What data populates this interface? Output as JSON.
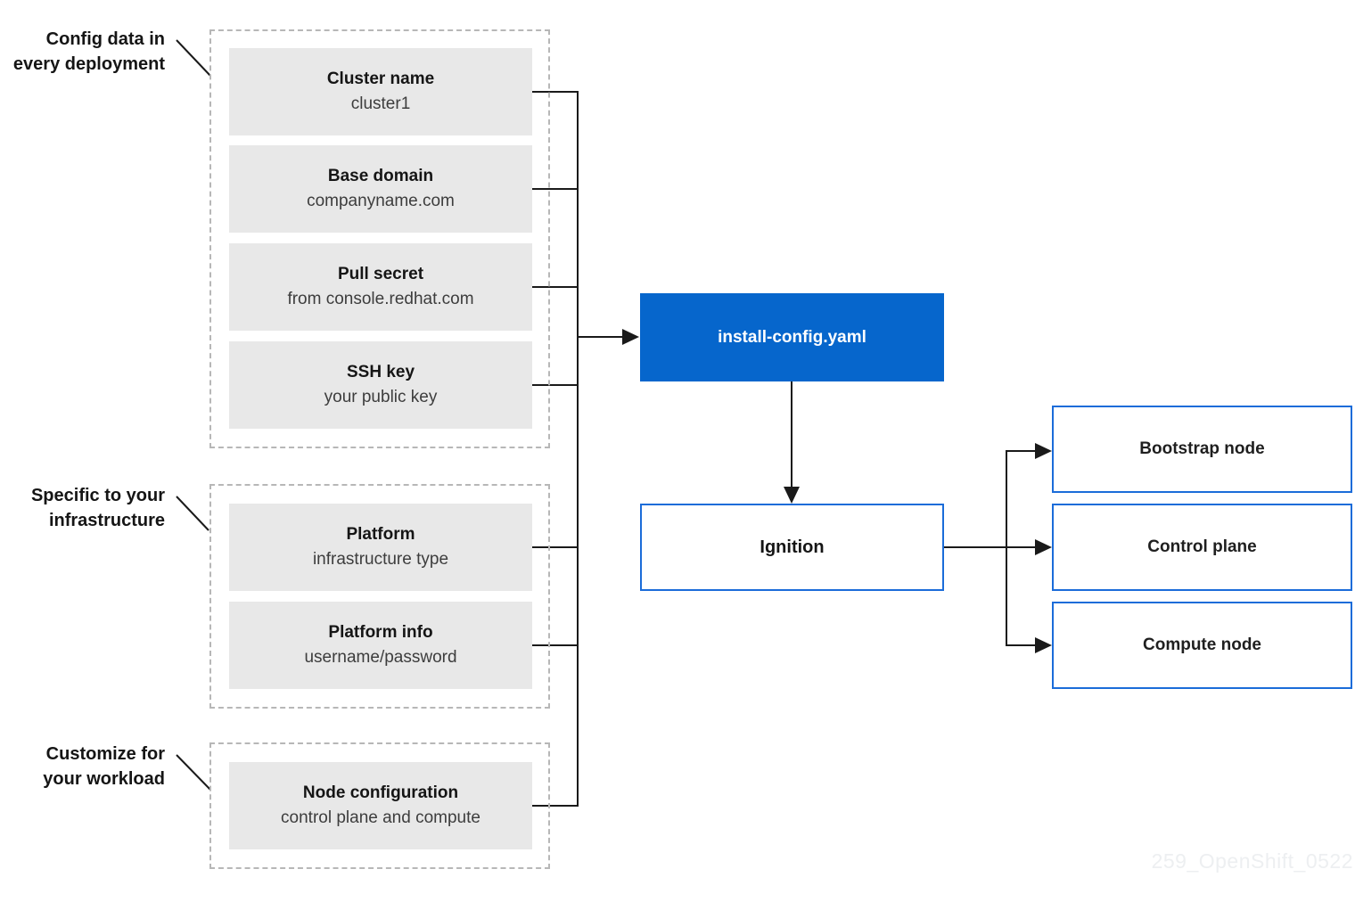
{
  "colors": {
    "accent_blue_fill": "#0666cc",
    "accent_blue_border": "#1b6cd9",
    "box_gray": "#e8e8e8",
    "line_black": "#1a1a1a",
    "dashed_gray": "#b7b7b7",
    "watermark_gray": "#edeff1"
  },
  "annotations": [
    {
      "line1": "Config data in",
      "line2": "every deployment"
    },
    {
      "line1": "Specific to your",
      "line2": "infrastructure"
    },
    {
      "line1": "Customize for",
      "line2": "your workload"
    }
  ],
  "config_items": [
    {
      "title": "Cluster name",
      "subtitle": "cluster1"
    },
    {
      "title": "Base domain",
      "subtitle": "companyname.com"
    },
    {
      "title": "Pull secret",
      "subtitle": "from console.redhat.com"
    },
    {
      "title": "SSH key",
      "subtitle": "your public key"
    },
    {
      "title": "Platform",
      "subtitle": "infrastructure type"
    },
    {
      "title": "Platform info",
      "subtitle": "username/password"
    },
    {
      "title": "Node configuration",
      "subtitle": "control plane and compute"
    }
  ],
  "install_config_label": "install-config.yaml",
  "ignition_label": "Ignition",
  "nodes": [
    {
      "label": "Bootstrap node"
    },
    {
      "label": "Control plane"
    },
    {
      "label": "Compute node"
    }
  ],
  "watermark": "259_OpenShift_0522"
}
